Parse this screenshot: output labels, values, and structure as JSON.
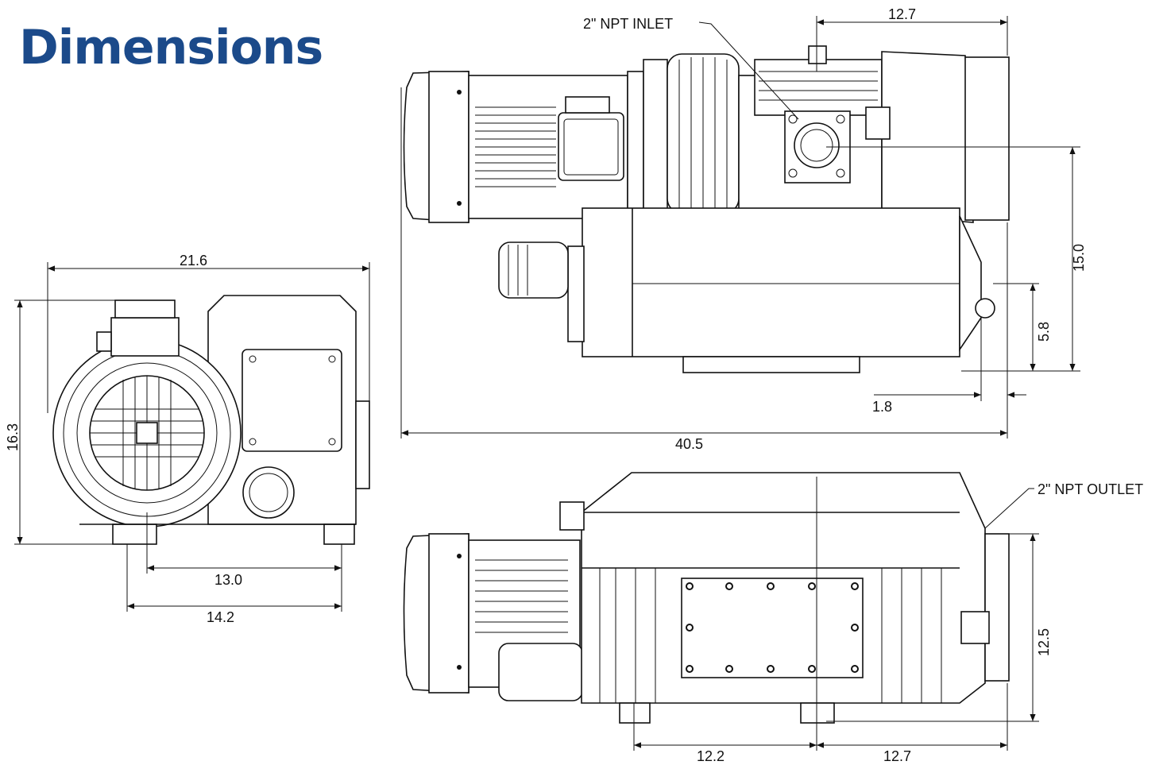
{
  "title": "Dimensions",
  "colors": {
    "title": "#1b4a8a",
    "line": "#111111"
  },
  "labels": {
    "inlet": "2\" NPT INLET",
    "outlet": "2\" NPT OUTLET"
  },
  "dimensions": {
    "top_width_right": "12.7",
    "top_height": "15.0",
    "top_height_small": "5.8",
    "top_offset": "1.8",
    "overall_length": "40.5",
    "end_width": "21.6",
    "end_height": "16.3",
    "end_foot_inner": "13.0",
    "end_foot_outer": "14.2",
    "side_height": "12.5",
    "side_bottom_left": "12.2",
    "side_bottom_right": "12.7"
  }
}
